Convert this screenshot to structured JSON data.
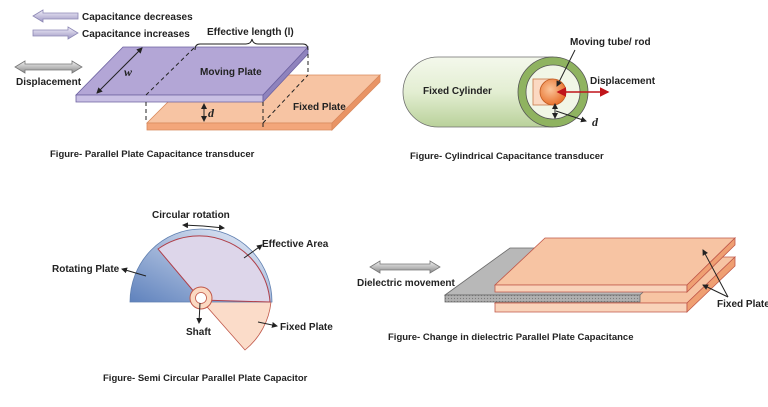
{
  "figures": {
    "parallel_plate": {
      "caption": "Figure- Parallel Plate Capacitance transducer",
      "legend_decrease": "Capacitance decreases",
      "legend_increase": "Capacitance increases",
      "effective_length": "Effective length (l)",
      "displacement": "Displacement",
      "moving_plate": "Moving Plate",
      "fixed_plate": "Fixed Plate",
      "width_symbol": "w",
      "gap_symbol": "d"
    },
    "cylindrical": {
      "caption": "Figure- Cylindrical Capacitance transducer",
      "fixed_cylinder": "Fixed Cylinder",
      "moving_rod": "Moving tube/ rod",
      "displacement": "Displacement",
      "gap_symbol": "d"
    },
    "semi_circular": {
      "caption": "Figure- Semi Circular Parallel Plate Capacitor",
      "circular_rotation": "Circular rotation",
      "effective_area": "Effective Area",
      "rotating_plate": "Rotating Plate",
      "shaft": "Shaft",
      "fixed_plate": "Fixed Plate"
    },
    "dielectric": {
      "caption": "Figure- Change in dielectric Parallel Plate Capacitance",
      "dielectric_movement": "Dielectric movement",
      "fixed_plates": "Fixed Plates"
    }
  },
  "colors": {
    "moving_plate": "#b3a6d6",
    "fixed_plate": "#f6b894",
    "cylinder": "#dfeccb",
    "ring": "#8fb360",
    "rod": "#f08a4a",
    "arrow_red": "#c0141a",
    "rotating_plate": "#8fa9d4",
    "dielectric": "#b5b5b5"
  }
}
